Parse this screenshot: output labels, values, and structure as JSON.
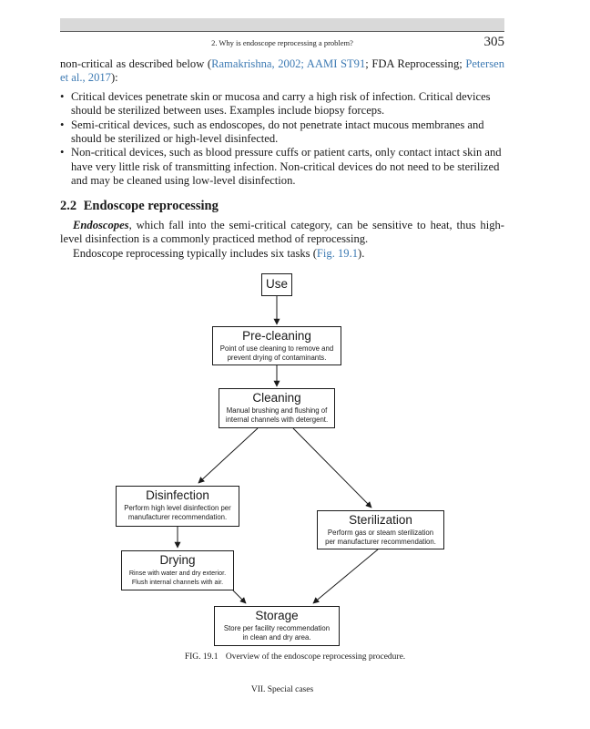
{
  "header": {
    "running_title": "2.  Why is endoscope reprocessing a problem?",
    "page_number": "305"
  },
  "intro": {
    "text_1": "non-critical as described below (",
    "cite_1": "Ramakrishna, 2002; AAMI ST91",
    "text_2": "; FDA Reprocessing; ",
    "cite_2": "Petersen et al., 2017",
    "text_3": "):"
  },
  "bullets": [
    "Critical devices penetrate skin or mucosa and carry a high risk of infection. Critical devices should be sterilized between uses. Examples include biopsy forceps.",
    "Semi-critical devices, such as endoscopes, do not penetrate intact mucous membranes and should be sterilized or high-level disinfected.",
    "Non-critical devices, such as blood pressure cuffs or patient carts, only contact intact skin and have very little risk of transmitting infection. Non-critical devices do not need to be sterilized and may be cleaned using low-level disinfection."
  ],
  "section": {
    "number": "2.2",
    "title": "Endoscope reprocessing"
  },
  "body": {
    "emphasis": "Endoscopes",
    "para_1_rest": ", which fall into the semi-critical category, can be sensitive to heat, thus high-level disinfection is a commonly practiced method of reprocessing.",
    "para_2_text": "Endoscope reprocessing typically includes six tasks (",
    "para_2_cite": "Fig. 19.1",
    "para_2_end": ")."
  },
  "diagram": {
    "use": "Use",
    "precleaning": {
      "title": "Pre-cleaning",
      "desc_1": "Point of use cleaning to remove and",
      "desc_2": "prevent drying of contaminants."
    },
    "cleaning": {
      "title": "Cleaning",
      "desc_1": "Manual brushing and flushing of",
      "desc_2": "internal channels with detergent."
    },
    "disinfection": {
      "title": "Disinfection",
      "desc_1": "Perform high level disinfection per",
      "desc_2": "manufacturer recommendation."
    },
    "sterilization": {
      "title": "Sterilization",
      "desc_1": "Perform gas or steam sterilization",
      "desc_2": "per manufacturer recommendation."
    },
    "drying": {
      "title": "Drying",
      "desc_1": "Rinse with water and dry exterior.",
      "desc_2": "Flush internal channels with air."
    },
    "storage": {
      "title": "Storage",
      "desc_1": "Store per facility recommendation",
      "desc_2": "in clean and dry area."
    }
  },
  "caption": {
    "label": "FIG. 19.1",
    "text": "Overview of the endoscope reprocessing procedure."
  },
  "footer": "VII.  Special cases"
}
